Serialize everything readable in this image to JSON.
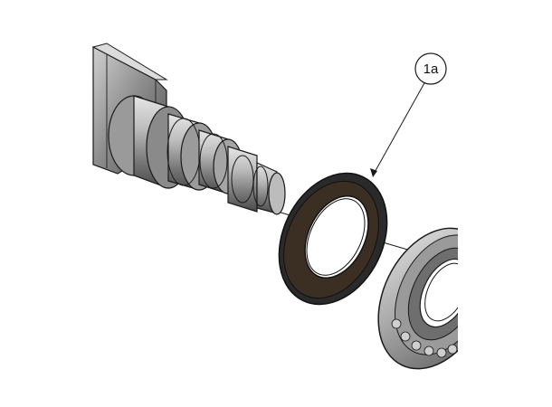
{
  "callout": {
    "label": "1a"
  },
  "colors": {
    "background": "#ffffff",
    "outline": "#1a1a1a",
    "shaft_dark": "#5a5a5a",
    "shaft_mid": "#8c8c8c",
    "shaft_light": "#cfcfcf",
    "seal_rubber": "#3b2e22",
    "seal_steel": "#2a2a2a",
    "bearing_steel": "#b5b5b5",
    "bearing_shadow": "#6e6e6e"
  },
  "icons": {
    "shaft": "stepped-shaft-drawing",
    "seal": "seal-ring-drawing",
    "bearing": "ball-bearing-drawing"
  }
}
